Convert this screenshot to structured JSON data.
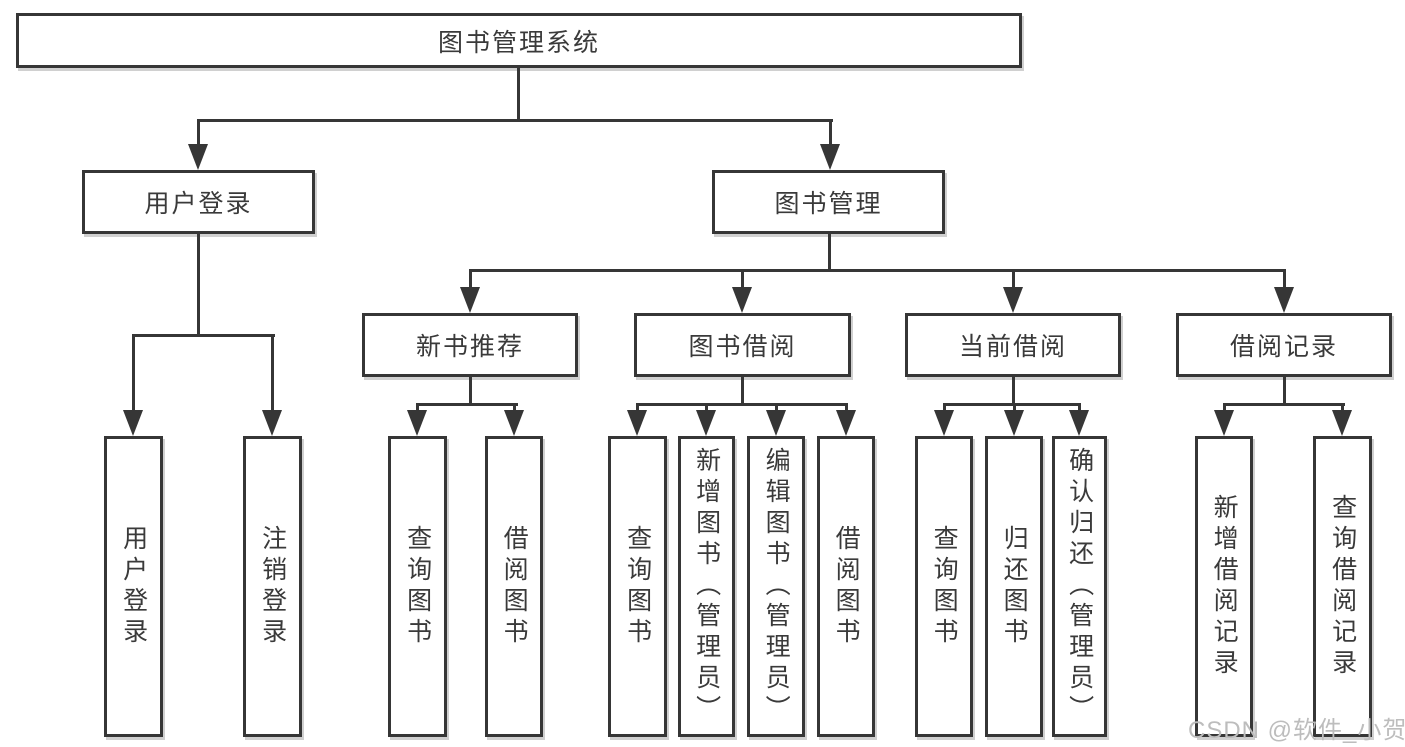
{
  "diagram": {
    "root": {
      "label": "图书管理系统"
    },
    "level2": [
      {
        "label": "用户登录"
      },
      {
        "label": "图书管理"
      }
    ],
    "level3": [
      {
        "label": "新书推荐"
      },
      {
        "label": "图书借阅"
      },
      {
        "label": "当前借阅"
      },
      {
        "label": "借阅记录"
      }
    ],
    "leaves": [
      {
        "label": "用户登录"
      },
      {
        "label": "注销登录"
      },
      {
        "label": "查询图书"
      },
      {
        "label": "借阅图书"
      },
      {
        "label": "查询图书"
      },
      {
        "label": "新增图书（管理员）"
      },
      {
        "label": "编辑图书（管理员）"
      },
      {
        "label": "借阅图书"
      },
      {
        "label": "查询图书"
      },
      {
        "label": "归还图书"
      },
      {
        "label": "确认归还（管理员）"
      },
      {
        "label": "新增借阅记录"
      },
      {
        "label": "查询借阅记录"
      }
    ]
  },
  "watermark": {
    "text": "CSDN @软件_小贺同学"
  },
  "colors": {
    "line": "#363636",
    "text": "#3a3a3a",
    "watermark": "#bdbdbd",
    "background": "#ffffff"
  }
}
